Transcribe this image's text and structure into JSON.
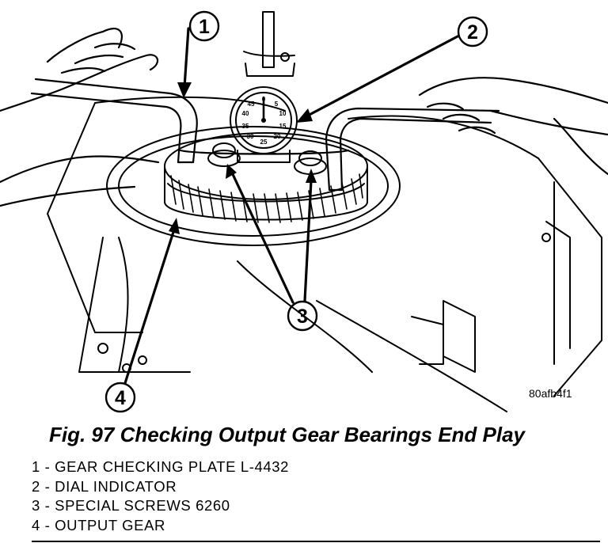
{
  "figure": {
    "code": "80afb4f1",
    "caption": "Fig. 97 Checking Output Gear Bearings End Play",
    "callouts": [
      "1",
      "2",
      "3",
      "4"
    ],
    "dial_numbers": [
      "0",
      "5",
      "10",
      "15",
      "20",
      "25",
      "30",
      "35",
      "40",
      "45"
    ],
    "legend": [
      "1 - GEAR CHECKING PLATE L-4432",
      "2 - DIAL INDICATOR",
      "3 - SPECIAL SCREWS 6260",
      "4 - OUTPUT GEAR"
    ]
  }
}
